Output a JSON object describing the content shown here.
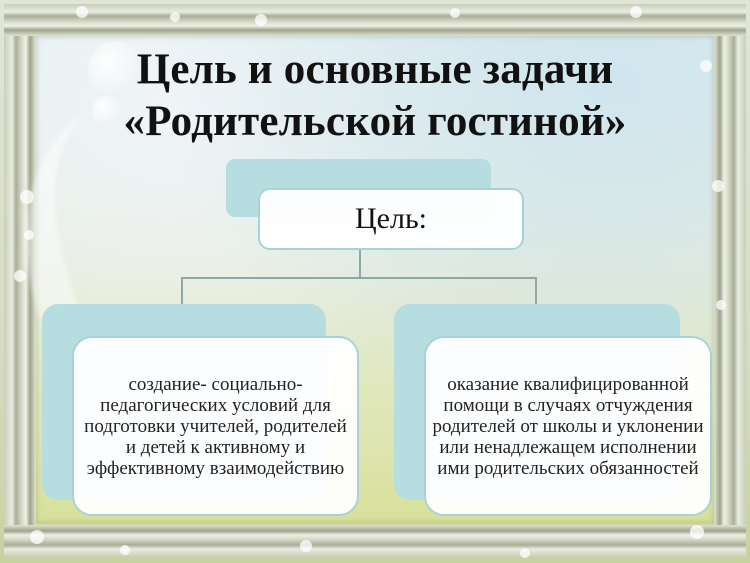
{
  "title": {
    "line1": "Цель и основные задачи",
    "line2": "«Родительской гостиной»"
  },
  "diagram": {
    "root": {
      "label": "Цель:"
    },
    "children": [
      {
        "label": "создание- социально-педагогических условий для подготовки учителей, родителей и детей к активному и эффективному взаимодействию"
      },
      {
        "label": "оказание квалифицированной помощи в случаях отчуждения родителей от школы и уклонении или ненадлежащем исполнении ими родительских обязанностей"
      }
    ]
  },
  "colors": {
    "box_back": "#b6dde0",
    "box_border": "#a8d3d6",
    "connector": "#8fa8a6",
    "frame": "#c9ceb8"
  }
}
